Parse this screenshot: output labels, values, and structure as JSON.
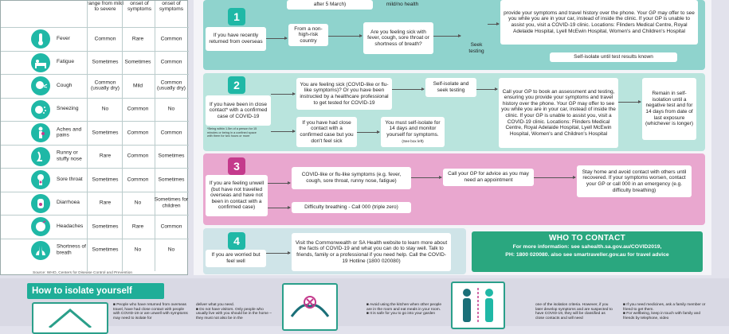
{
  "table": {
    "headers": [
      "range from mild to severe",
      "onset of symptoms",
      "onset of symptoms"
    ],
    "rows": [
      {
        "name": "Fever",
        "icon": "thermometer-icon",
        "c1": "Common",
        "c2": "Rare",
        "c3": "Common"
      },
      {
        "name": "Fatigue",
        "icon": "bed-icon",
        "c1": "Sometimes",
        "c2": "Sometimes",
        "c3": "Common"
      },
      {
        "name": "Cough",
        "icon": "cough-icon",
        "c1": "Common (usually dry)",
        "c2": "Mild",
        "c3": "Common (usually dry)"
      },
      {
        "name": "Sneezing",
        "icon": "sneeze-icon",
        "c1": "No",
        "c2": "Common",
        "c3": "No"
      },
      {
        "name": "Aches and pains",
        "icon": "aches-icon",
        "c1": "Sometimes",
        "c2": "Common",
        "c3": "Common"
      },
      {
        "name": "Runny or stuffy nose",
        "icon": "nose-icon",
        "c1": "Rare",
        "c2": "Common",
        "c3": "Sometimes"
      },
      {
        "name": "Sore throat",
        "icon": "throat-icon",
        "c1": "Sometimes",
        "c2": "Common",
        "c3": "Sometimes"
      },
      {
        "name": "Diarrhoea",
        "icon": "stomach-icon",
        "c1": "Rare",
        "c2": "No",
        "c3": "Sometimes for children"
      },
      {
        "name": "Headaches",
        "icon": "head-icon",
        "c1": "Sometimes",
        "c2": "Rare",
        "c3": "Common"
      },
      {
        "name": "Shortness of breath",
        "icon": "lungs-icon",
        "c1": "Sometimes",
        "c2": "No",
        "c3": "No"
      }
    ],
    "source": "Source: WHO, Centers for Disease Control and Prevention"
  },
  "step1": {
    "number": "1",
    "start": "If you have recently returned from overseas",
    "top_a": "after 5 March)",
    "top_b": "mild/no health",
    "from_country": "From a non-high-risk country",
    "question": "Are you feeling sick with fever, cough, sore throat or shortness of breath?",
    "seek": "Seek testing",
    "gp_text": "provide your symptoms and travel history over the phone. Your GP may offer to see you while you are in your car, instead of inside the clinic. If your GP is unable to assist you, visit a COVID-19 clinic. Locations: Flinders Medical Centre, Royal Adelaide Hospital, Lyell McEwin Hospital, Women's and Children's Hospital",
    "isolate": "Self-isolate until test results known"
  },
  "step2": {
    "number": "2",
    "start": "If you have been in close contact* with a confirmed case of COVID-19",
    "footnote": "*Being within 1.5m of a person for 15 minutes or being in a confined space with them for two hours or more",
    "sick": "You are feeling sick (COVID-like or flu-like symptoms)? Or you have been instructed by a healthcare professional to get tested for COVID-19",
    "self_isolate": "Self-isolate and seek testing",
    "gp": "Call your GP to book an assessment and testing, ensuring you provide your symptoms and travel history over the phone. Your GP may offer to see you while you are in your car, instead of inside the clinic. If your GP is unable to assist you, visit a COVID-19 clinic. Locations: Flinders Medical Centre, Royal Adelaide Hospital, Lyell McEwin Hospital, Women's and Children's Hospital",
    "remain": "Remain in self-isolation until a negative test and for 14 days from date of last exposure (whichever is longer)",
    "not_sick": "If you have had close contact with a confirmed case but you don't feel sick",
    "must_isolate": "You must self-isolate for 14 days and monitor yourself for symptoms.",
    "see_left": "(See box left)"
  },
  "step3": {
    "number": "3",
    "start": "If you are feeling unwell (but have not travelled overseas and have not been in contact with a confirmed case)",
    "symptoms": "COVID-like or flu-like symptoms (e.g. fever, cough, sore throat, runny nose, fatigue)",
    "call_gp": "Call your GP for advice as you may need an appointment",
    "stay_home": "Stay home and avoid contact with others until recovered. If your symptoms worsen, contact your GP or call 000 in an emergency (e.g. difficulty breathing)",
    "breathing": "Difficulty breathing - Call 000 (triple zero)"
  },
  "step4": {
    "number": "4",
    "start": "If you are worried but feel well",
    "visit": "Visit the Commonwealth or SA Health website to learn more about the facts of COVID-19 and what you can do to stay well. Talk to friends, family or a professional if you need help. Call the COVID-19 Hotline (1800 020080)"
  },
  "contact": {
    "heading": "WHO TO CONTACT",
    "line1": "For more information: see sahealth.sa.gov.au/COVID2019,",
    "line2": "PH: 1800 020080. also see smartraveller.gov.au for travel advice"
  },
  "bottom": {
    "heading": "How to isolate yourself",
    "col1": "■ People who have returned from overseas travel, have had close contact with people with COVID-19 or are unwell with symptoms may need to isolate for",
    "col2": "deliver what you need.\n■ Do not have visitors. Only people who usually live with you should be in the home – they must not also be in the",
    "col3": "■ Avoid using the kitchen when other people are in the room and eat meals in your room.\n■ It is safe for you to go into your garden",
    "col4": "one of the isolation criteria. However, if you later develop symptoms and are suspected to have COVID-19, they will be classified as close contacts and will need",
    "col5": "■ If you need medicines, ask a family member or friend to get them.\n■ For wellbeing, keep in touch with family and friends by telephone, video"
  },
  "colors": {
    "teal": "#1fb8a6",
    "band1": "#8fd3cd",
    "band2": "#b9e4dd",
    "band3": "#e9a7cf",
    "band4": "#cfe4e8",
    "magenta": "#c43a8c",
    "green": "#2aa77f"
  }
}
